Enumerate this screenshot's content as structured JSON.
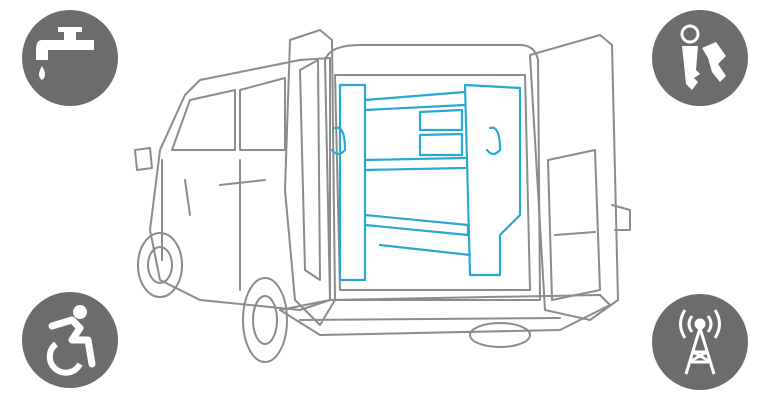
{
  "colors": {
    "badge": "#6b6c6e",
    "van_outline": "#8a8c8e",
    "shelving": "#2aa7d5",
    "background": "#ffffff"
  },
  "badges": [
    {
      "icon": "water-tap-icon",
      "position": "top-left"
    },
    {
      "icon": "keys-icon",
      "position": "top-right"
    },
    {
      "icon": "accessibility-icon",
      "position": "bottom-left"
    },
    {
      "icon": "radio-tower-icon",
      "position": "bottom-right"
    }
  ],
  "illustration": {
    "subject": "van-rear-open-doors-with-shelving-icon"
  }
}
